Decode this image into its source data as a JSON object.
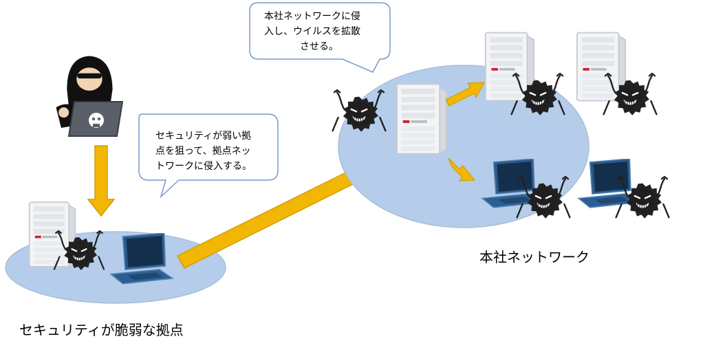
{
  "bubbles": {
    "top_right_line1": "本社ネットワークに侵",
    "top_right_line2": "入し、ウイルスを拡散",
    "top_right_line3": "させる。",
    "middle_line1": "セキュリティが弱い拠",
    "middle_line2": "点を狙って、拠点ネッ",
    "middle_line3": "トワークに侵入する。"
  },
  "labels": {
    "left_network": "セキュリティが脆弱な拠点",
    "right_network": "本社ネットワーク"
  },
  "colors": {
    "network_fill": "#b5cdea",
    "network_stroke": "#a7bfd9",
    "arrow_fill": "#f2b705",
    "arrow_stroke": "#d39d00",
    "bubble_stroke": "#7a99c8",
    "server_body": "#f1f3f6",
    "server_shadow": "#c8ccd3",
    "laptop_body": "#1e3e63",
    "laptop_edge": "#4c73a0",
    "virus": "#222222",
    "hacker": "#111111"
  },
  "icons": [
    "hacker-icon",
    "laptop-icon",
    "server-icon",
    "virus-icon",
    "arrow-icon",
    "speech-bubble-icon"
  ]
}
